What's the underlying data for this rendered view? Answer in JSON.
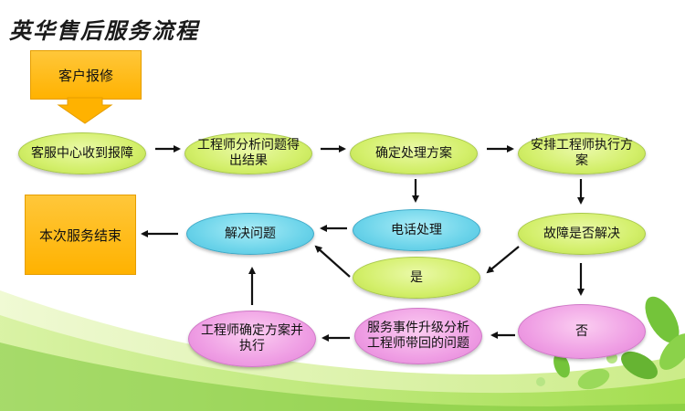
{
  "title": "英华售后服务流程",
  "nodes": {
    "customer_report": "客户报修",
    "service_receive": "客服中心收到报障",
    "engineer_analyze": "工程师分析问题得出结果",
    "determine_plan": "确定处理方案",
    "assign_engineer": "安排工程师执行方案",
    "phone_handle": "电话处理",
    "solve_problem": "解决问题",
    "end_service": "本次服务结束",
    "fault_solved": "故障是否解决",
    "yes": "是",
    "no": "否",
    "escalate": "服务事件升级分析工程师带回的问题",
    "engineer_execute": "工程师确定方案并执行"
  },
  "colors": {
    "green_node": "#d3ef6a",
    "blue_node": "#6cd4ea",
    "pink_node": "#ef9ee4",
    "orange_box": "#ffb200"
  }
}
